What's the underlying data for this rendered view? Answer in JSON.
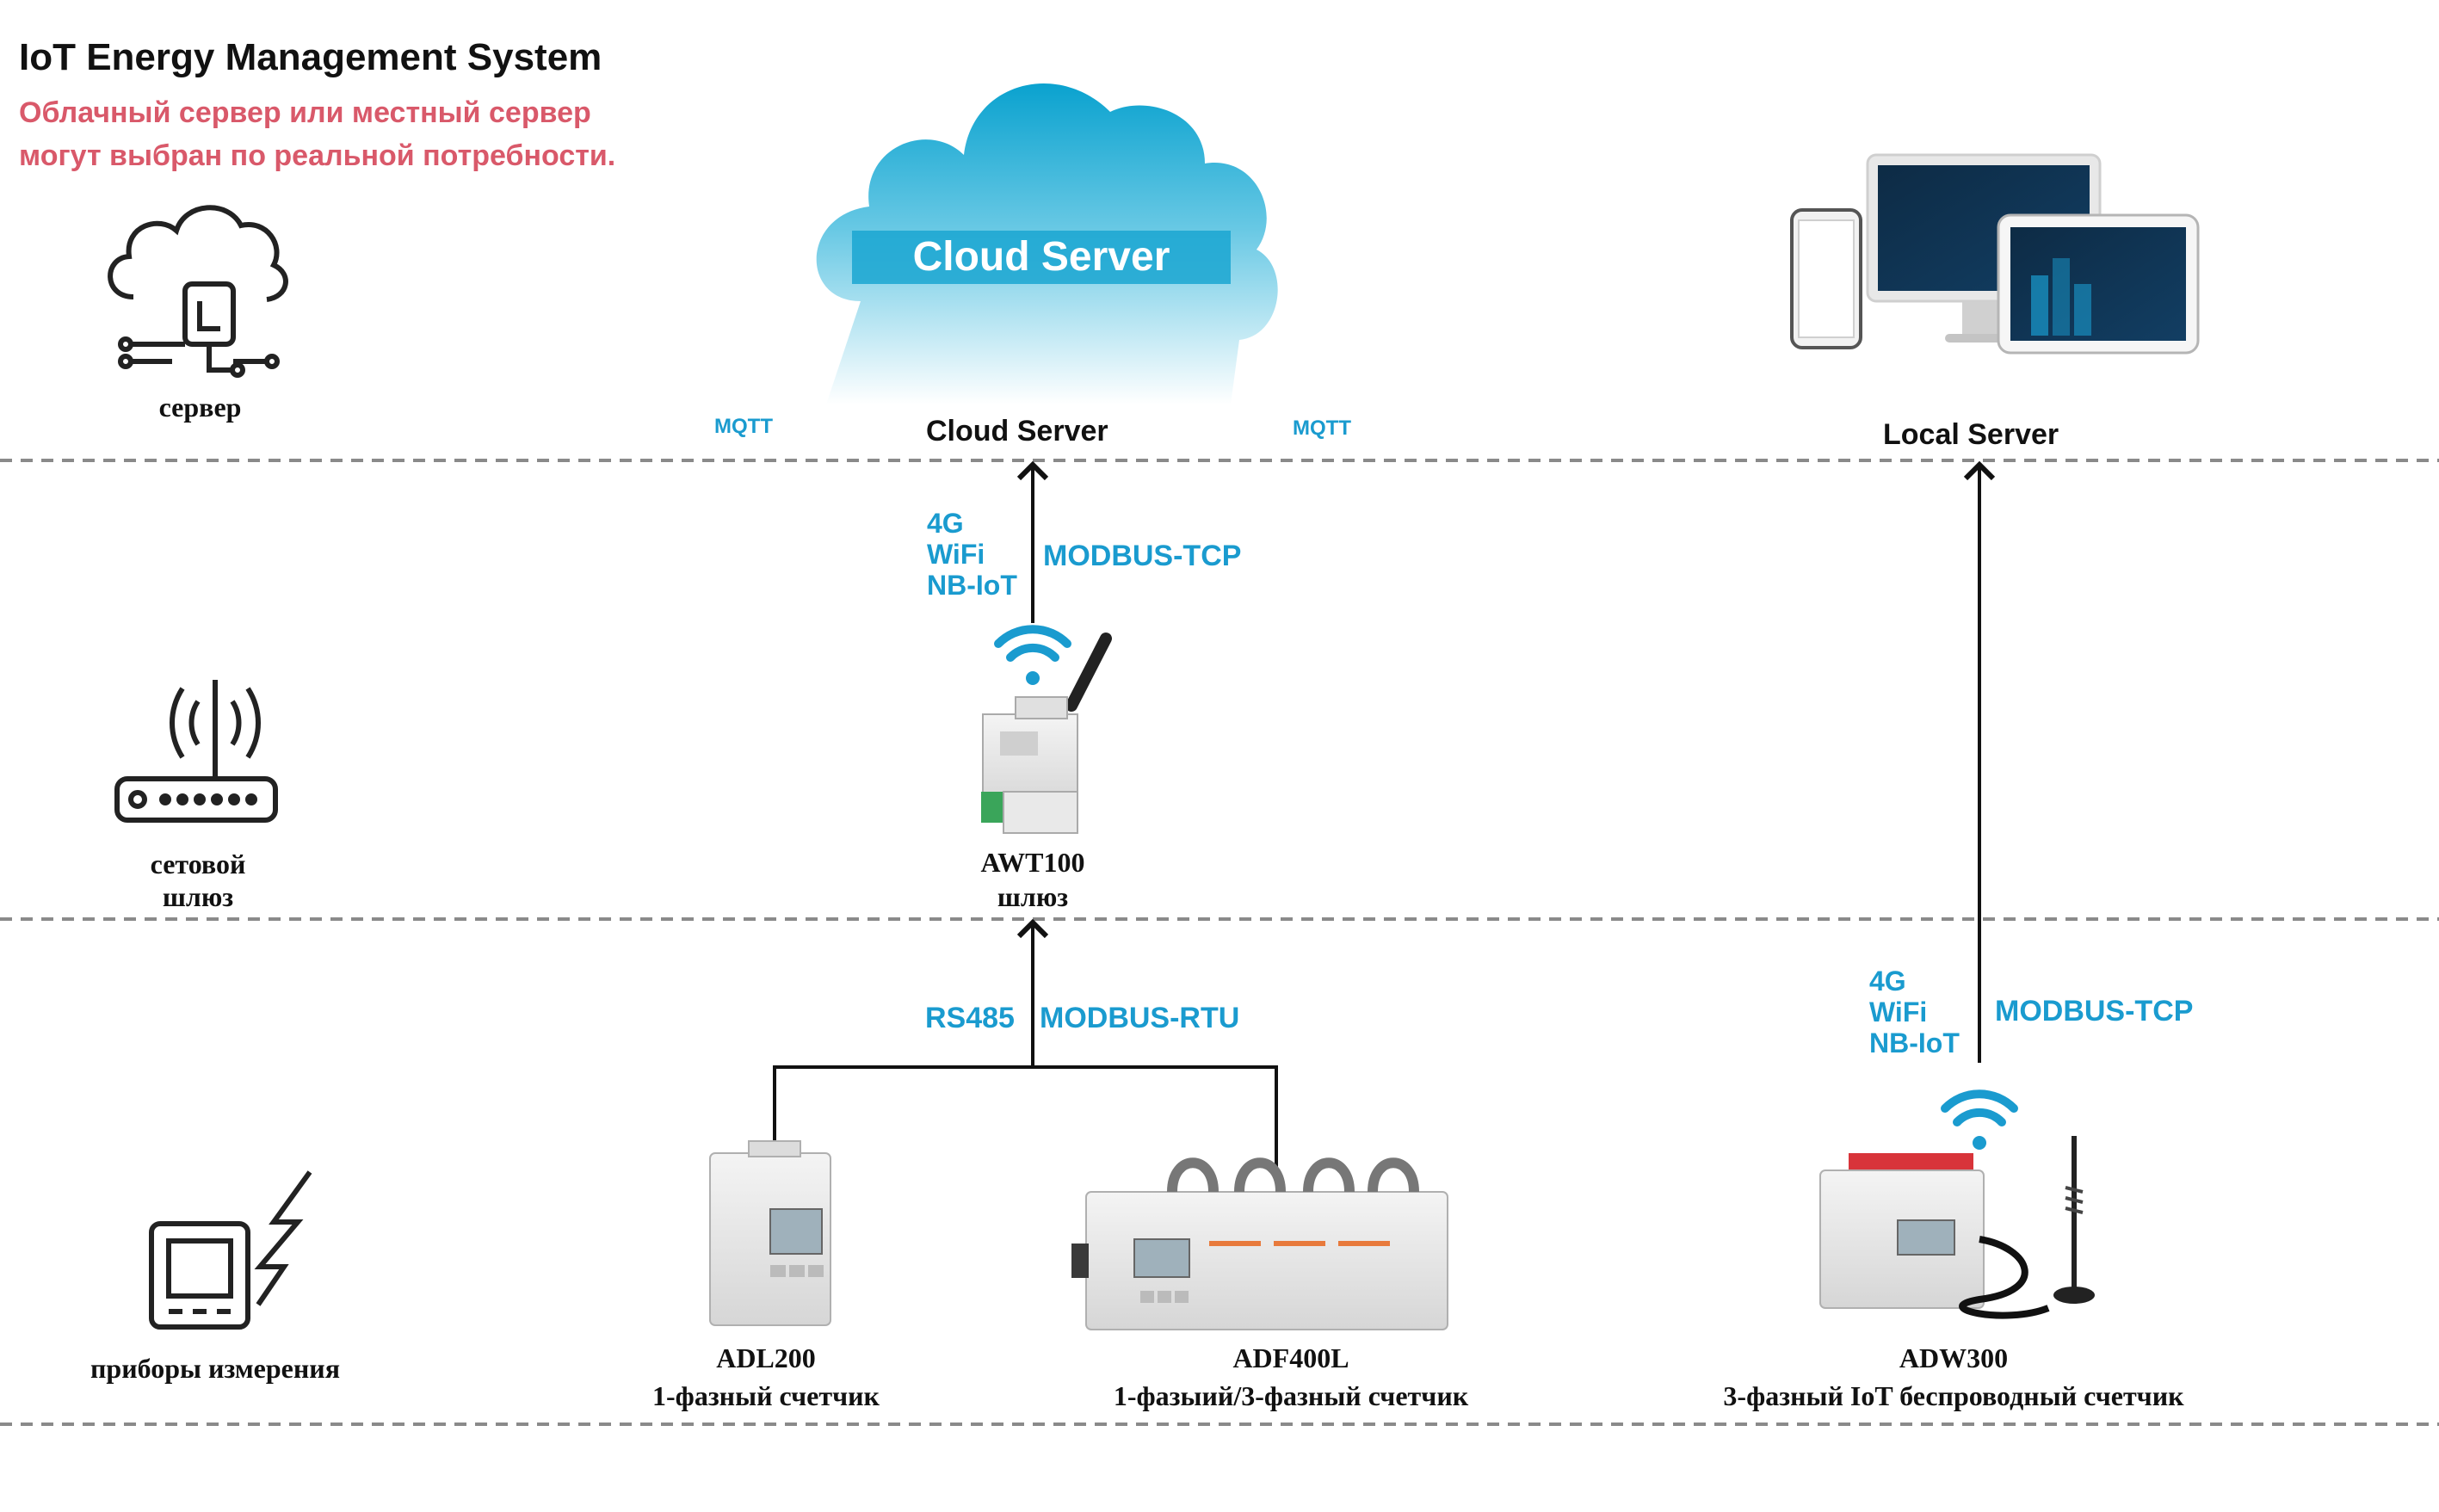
{
  "header": {
    "title": "IoT Energy Management System",
    "subtitle_line1": "Облачный сервер или местный сервер",
    "subtitle_line2": "могут выбран по реальной потребности."
  },
  "tiers": {
    "server": "сервер",
    "gateway_line1": "сетовой",
    "gateway_line2": "шлюз",
    "meters": "приборы измерения"
  },
  "cloud": {
    "banner": "Cloud Server",
    "label": "Cloud Server",
    "mqtt_left": "MQTT",
    "mqtt_right": "MQTT"
  },
  "local": {
    "label": "Local Server"
  },
  "links": {
    "gw_up_wireless": [
      "4G",
      "WiFi",
      "NB-IoT"
    ],
    "gw_up_protocol": "MODBUS-TCP",
    "bus_media": "RS485",
    "bus_protocol": "MODBUS-RTU",
    "adw_wireless": [
      "4G",
      "WiFi",
      "NB-IoT"
    ],
    "adw_protocol": "MODBUS-TCP"
  },
  "devices": {
    "gateway_model": "AWT100",
    "gateway_type": "шлюз",
    "adl_model": "ADL200",
    "adl_type": "1-фазный счетчик",
    "adf_model": "ADF400L",
    "adf_type": "1-фазыий/3-фазный счетчик",
    "adw_model": "ADW300",
    "adw_type": "3-фазный IoT беспроводный счетчик"
  },
  "colors": {
    "accent_blue": "#1a9bcf",
    "subtitle_red": "#d9596a",
    "divider": "#8a8a8a"
  }
}
